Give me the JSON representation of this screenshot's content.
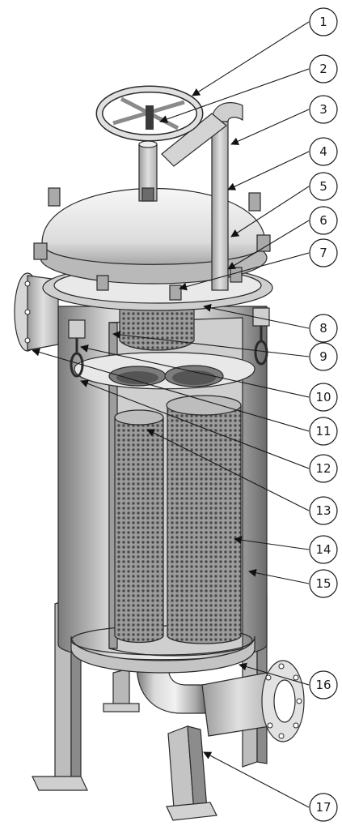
{
  "diagram": {
    "subject": "bag-filter-housing-cutaway",
    "callouts": [
      {
        "label": "1"
      },
      {
        "label": "2"
      },
      {
        "label": "3"
      },
      {
        "label": "4"
      },
      {
        "label": "5"
      },
      {
        "label": "6"
      },
      {
        "label": "7"
      },
      {
        "label": "8"
      },
      {
        "label": "9"
      },
      {
        "label": "10"
      },
      {
        "label": "11"
      },
      {
        "label": "12"
      },
      {
        "label": "13"
      },
      {
        "label": "14"
      },
      {
        "label": "15"
      },
      {
        "label": "16"
      },
      {
        "label": "17"
      }
    ],
    "colors": {
      "steel_light": "#e6e6e6",
      "steel_mid": "#b5b5b5",
      "steel_dark": "#6e6e6e",
      "outline": "#2a2a2a",
      "callout_ink": "#1a1a1a"
    }
  }
}
